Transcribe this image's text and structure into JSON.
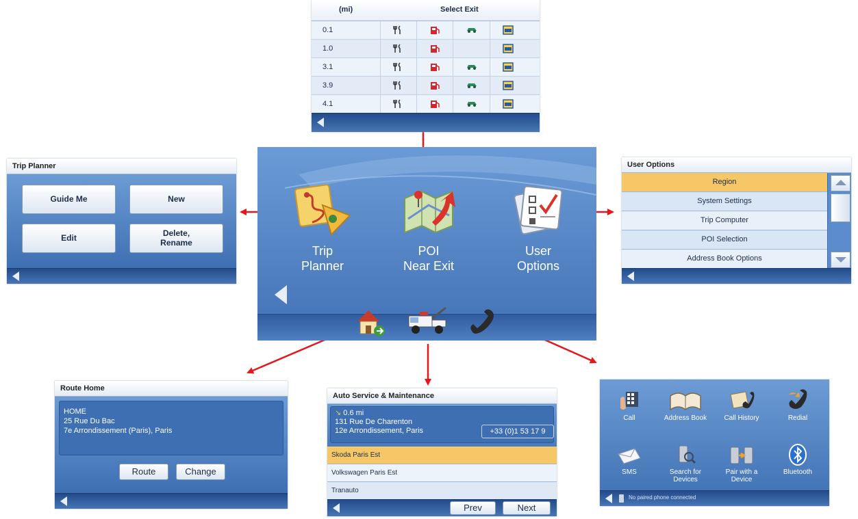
{
  "poi_exit": {
    "header_distance": "(mi)",
    "header_title": "Select Exit",
    "rows": [
      {
        "distance": "0.1",
        "icons": [
          "restaurant-icon",
          "gas-icon",
          "auto-icon",
          "lodging-icon"
        ]
      },
      {
        "distance": "1.0",
        "icons": [
          "restaurant-icon",
          "gas-icon",
          "",
          "lodging-icon"
        ]
      },
      {
        "distance": "3.1",
        "icons": [
          "restaurant-icon",
          "gas-icon",
          "auto-icon",
          "lodging-icon"
        ]
      },
      {
        "distance": "3.9",
        "icons": [
          "restaurant-icon",
          "gas-icon",
          "auto-icon",
          "lodging-icon"
        ]
      },
      {
        "distance": "4.1",
        "icons": [
          "restaurant-icon",
          "gas-icon",
          "auto-icon",
          "lodging-icon"
        ]
      }
    ]
  },
  "trip_planner": {
    "title": "Trip Planner",
    "buttons": [
      "Guide Me",
      "New",
      "Edit",
      "Delete,\nRename"
    ]
  },
  "main_menu": {
    "items": [
      {
        "label1": "Trip",
        "label2": "Planner",
        "icon": "trip-planner-icon"
      },
      {
        "label1": "POI",
        "label2": "Near Exit",
        "icon": "poi-map-icon"
      },
      {
        "label1": "User",
        "label2": "Options",
        "icon": "checklist-icon"
      }
    ],
    "bottom_icons": [
      "route-home-icon",
      "tow-truck-icon",
      "phone-icon"
    ]
  },
  "user_options": {
    "title": "User Options",
    "items": [
      "Region",
      "System Settings",
      "Trip Computer",
      "POI Selection",
      "Address Book Options"
    ],
    "selected_index": 0
  },
  "route_home": {
    "title": "Route Home",
    "address": [
      "HOME",
      "25 Rue Du Bac",
      "7e Arrondissement (Paris), Paris"
    ],
    "route_label": "Route",
    "change_label": "Change"
  },
  "auto_service": {
    "title": "Auto Service & Maintenance",
    "distance": "0.6 mi",
    "address1": "131 Rue De Charenton",
    "address2": "12e Arrondissement, Paris",
    "phone": "+33 (0)1 53 17 9",
    "list": [
      "Skoda Paris Est",
      "Volkswagen Paris Est",
      "Tranauto"
    ],
    "selected_index": 0,
    "prev_label": "Prev",
    "next_label": "Next"
  },
  "phone_menu": {
    "items": [
      {
        "label": "Call",
        "icon": "dial-pad-icon"
      },
      {
        "label": "Address Book",
        "icon": "address-book-icon"
      },
      {
        "label": "Call History",
        "icon": "call-history-icon"
      },
      {
        "label": "Redial",
        "icon": "redial-icon"
      },
      {
        "label": "SMS",
        "icon": "envelope-icon"
      },
      {
        "label": "Search for\nDevices",
        "icon": "search-device-icon"
      },
      {
        "label": "Pair with a\nDevice",
        "icon": "pair-device-icon"
      },
      {
        "label": "Bluetooth",
        "icon": "bluetooth-icon"
      }
    ],
    "status": "No paired phone connected"
  },
  "colors": {
    "arrow": "#e8161b",
    "selected_row": "#f5c766",
    "panel_blue": "#4f7fbd"
  }
}
